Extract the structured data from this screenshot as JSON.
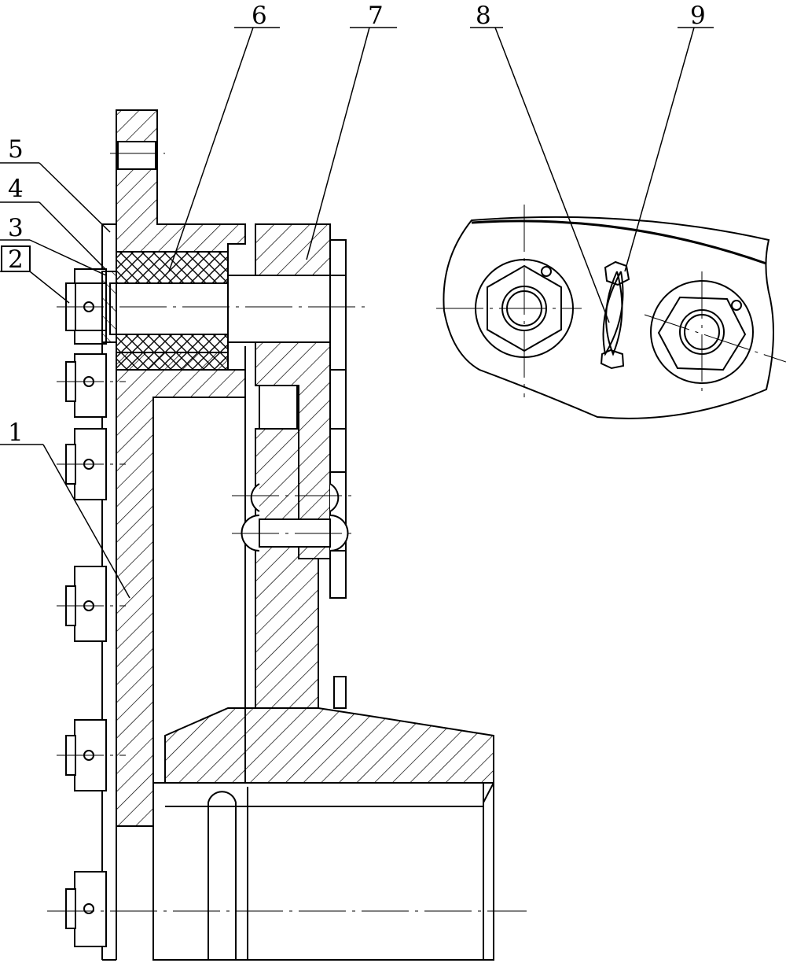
{
  "drawing": {
    "callouts": [
      {
        "id": "1",
        "label": "1"
      },
      {
        "id": "2",
        "label": "2"
      },
      {
        "id": "3",
        "label": "3"
      },
      {
        "id": "4",
        "label": "4"
      },
      {
        "id": "5",
        "label": "5"
      },
      {
        "id": "6",
        "label": "6"
      },
      {
        "id": "7",
        "label": "7"
      },
      {
        "id": "8",
        "label": "8"
      },
      {
        "id": "9",
        "label": "9"
      }
    ]
  }
}
